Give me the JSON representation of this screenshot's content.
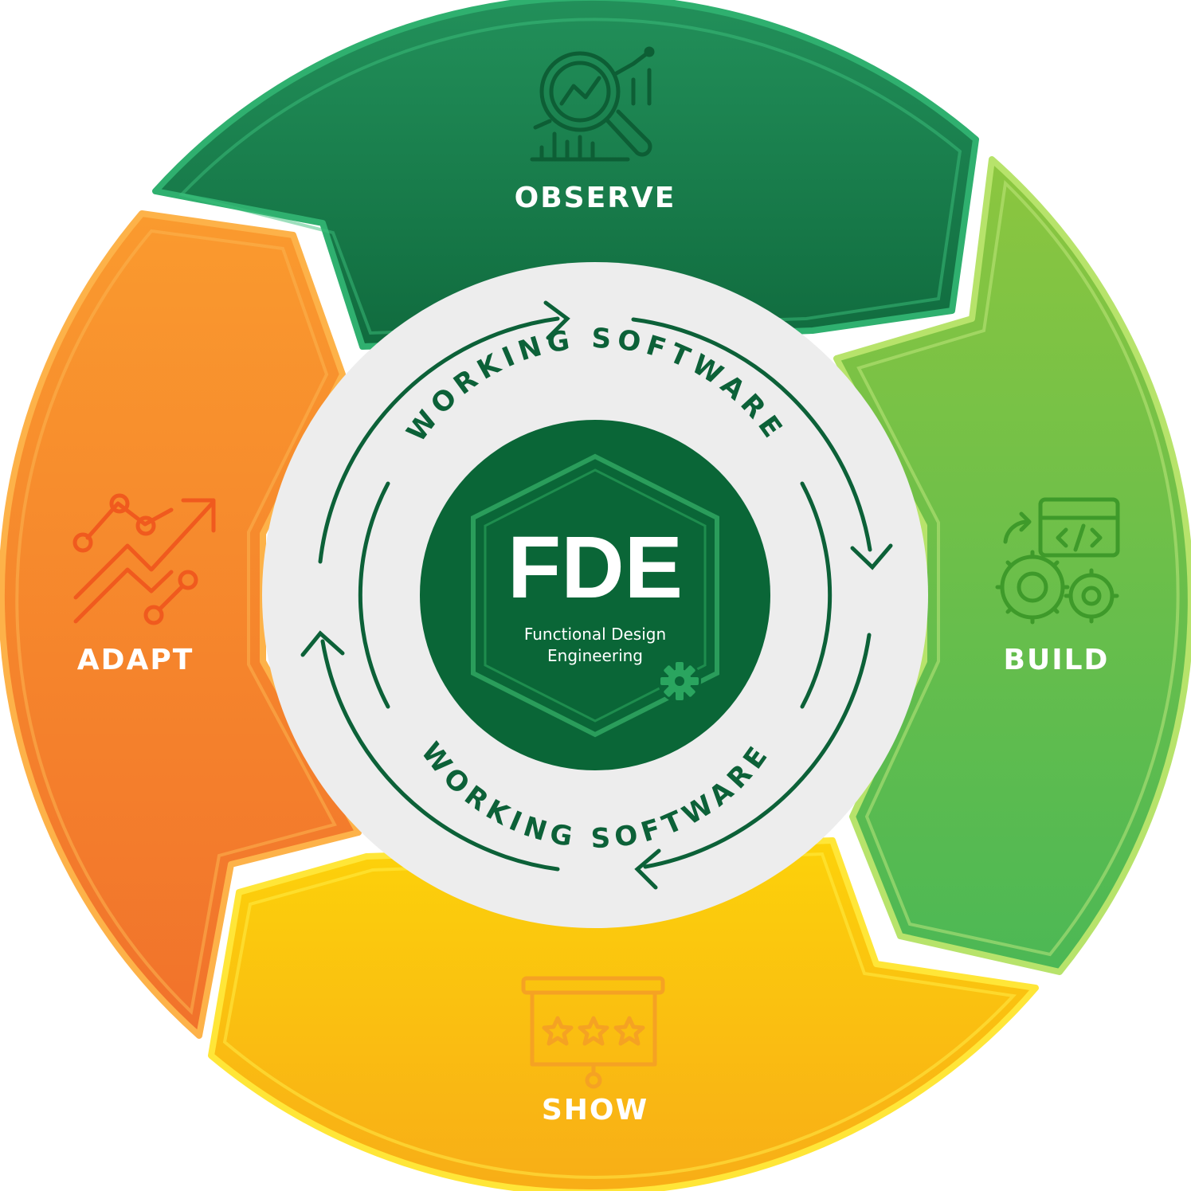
{
  "segments": {
    "observe": {
      "label": "OBSERVE",
      "icon": "magnifier-chart-icon",
      "color": "#1f8a55"
    },
    "build": {
      "label": "BUILD",
      "icon": "code-gears-icon",
      "color": "#7cc242"
    },
    "show": {
      "label": "SHOW",
      "icon": "presentation-stars-icon",
      "color": "#fbbf10"
    },
    "adapt": {
      "label": "ADAPT",
      "icon": "trend-arrows-icon",
      "color": "#f58525"
    }
  },
  "ring": {
    "top_text": "WORKING SOFTWARE",
    "bottom_text": "WORKING SOFTWARE",
    "color": "#0c6138"
  },
  "center": {
    "title": "FDE",
    "subtitle_line1": "Functional Design",
    "subtitle_line2": "Engineering",
    "icon": "gear-icon",
    "color": "#0a6637"
  }
}
